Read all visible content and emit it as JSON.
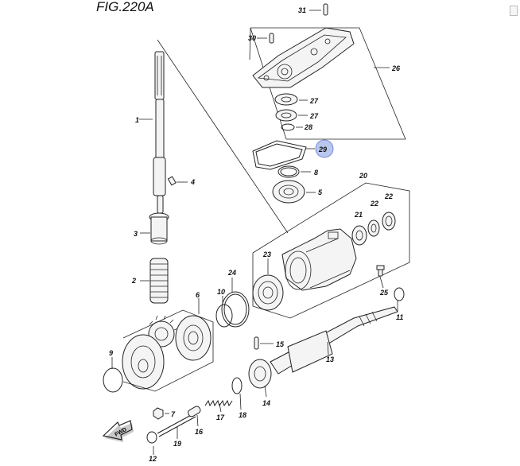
{
  "figure": {
    "title": "FIG.220A"
  },
  "callouts": {
    "c1": "1",
    "c2": "2",
    "c3": "3",
    "c4": "4",
    "c5": "5",
    "c6": "6",
    "c7": "7",
    "c8": "8",
    "c9": "9",
    "c10": "10",
    "c11": "11",
    "c12": "12",
    "c13": "13",
    "c14": "14",
    "c15": "15",
    "c16": "16",
    "c17": "17",
    "c18": "18",
    "c19": "19",
    "c20": "20",
    "c21": "21",
    "c22a": "22",
    "c22b": "22",
    "c23": "23",
    "c24": "24",
    "c25": "25",
    "c26": "26",
    "c27a": "27",
    "c27b": "27",
    "c28": "28",
    "c29": "29",
    "c30": "30",
    "c31": "31"
  },
  "fwd_arrow": {
    "label": "FWD"
  },
  "highlight": {
    "part": "29",
    "color": "#b9c6ee"
  }
}
